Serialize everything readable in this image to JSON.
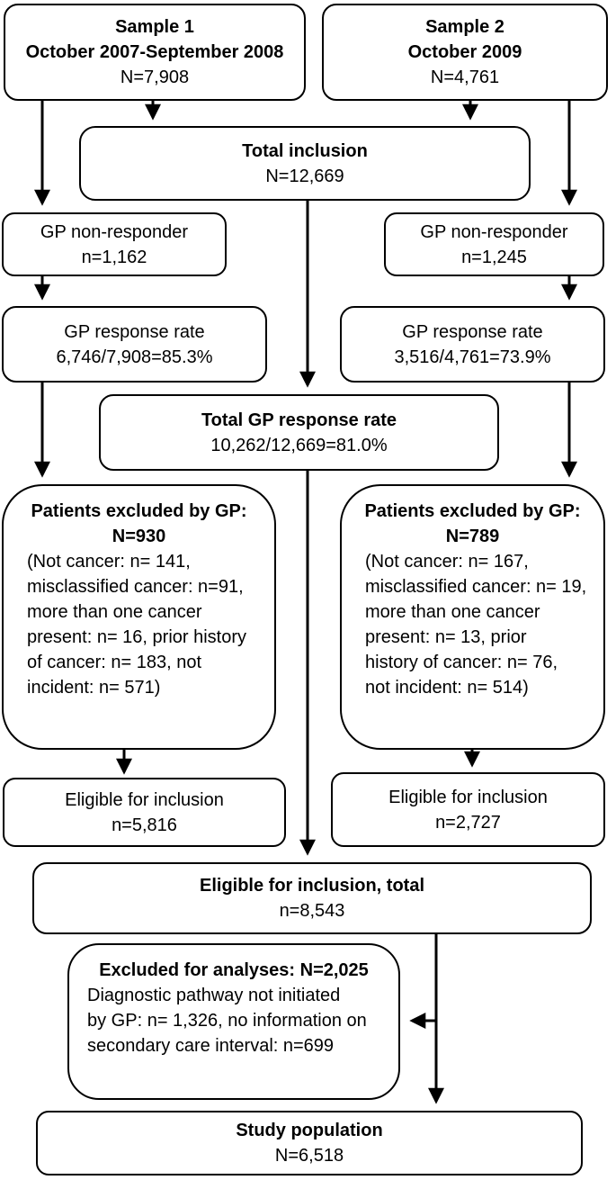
{
  "colors": {
    "background": "#ffffff",
    "border": "#000000",
    "text": "#000000",
    "arrow": "#000000"
  },
  "nodes": {
    "sample1": {
      "lines": [
        "Sample 1",
        "October 2007-September 2008",
        "N=7,908"
      ]
    },
    "sample2": {
      "lines": [
        "Sample 2",
        "October 2009",
        "N=4,761"
      ]
    },
    "total_inclusion": {
      "lines": [
        "Total inclusion",
        "N=12,669"
      ]
    },
    "gp_nonresponder_1": {
      "lines": [
        "GP non-responder",
        "n=1,162"
      ]
    },
    "gp_nonresponder_2": {
      "lines": [
        "GP non-responder",
        "n=1,245"
      ]
    },
    "gp_response_rate_1": {
      "lines": [
        "GP response rate",
        "6,746/7,908=85.3%"
      ]
    },
    "gp_response_rate_2": {
      "lines": [
        "GP response rate",
        "3,516/4,761=73.9%"
      ]
    },
    "total_gp_response_rate": {
      "lines": [
        "Total GP response rate",
        "10,262/12,669=81.0%"
      ]
    },
    "excluded_by_gp_1": {
      "heading": [
        "Patients excluded by GP:",
        "N=930"
      ],
      "body": [
        "(Not cancer: n= 141,",
        "misclassified cancer: n=91,",
        "more than one cancer",
        "present: n= 16, prior history",
        "of cancer: n= 183, not",
        "incident: n= 571)"
      ]
    },
    "excluded_by_gp_2": {
      "heading": [
        "Patients excluded by GP:",
        "N=789"
      ],
      "body": [
        "(Not cancer: n= 167,",
        "misclassified cancer: n= 19,",
        "more than one cancer",
        "present: n= 13, prior",
        "history of cancer: n= 76,",
        "not incident: n= 514)"
      ]
    },
    "eligible_1": {
      "lines": [
        "Eligible for inclusion",
        "n=5,816"
      ]
    },
    "eligible_2": {
      "lines": [
        "Eligible for inclusion",
        "n=2,727"
      ]
    },
    "eligible_total": {
      "lines": [
        "Eligible for inclusion, total",
        "n=8,543"
      ]
    },
    "excluded_analyses": {
      "heading": [
        "Excluded for analyses: N=2,025"
      ],
      "body": [
        "Diagnostic pathway not initiated",
        "by GP: n= 1,326, no information on",
        "secondary care interval: n=699"
      ]
    },
    "study_population": {
      "lines": [
        "Study population",
        "N=6,518"
      ]
    }
  }
}
